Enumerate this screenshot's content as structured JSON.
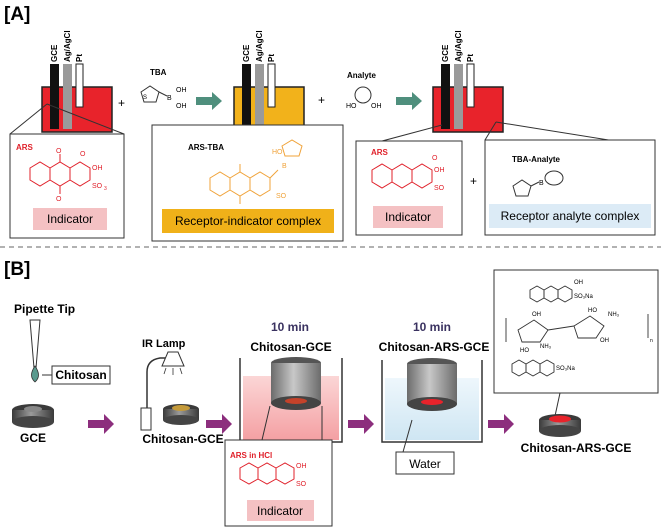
{
  "panel_a": {
    "label": "[A]",
    "electrodes": [
      "GCE",
      "Ag/AgCl",
      "Pt"
    ],
    "reagent_tba": "TBA",
    "reagent_analyte": "Analyte",
    "plus": "+",
    "oh": "OH",
    "ho": "HO",
    "boron": "B",
    "sulfur": "S",
    "box_indicator": {
      "name": "ARS",
      "o_minus": "O",
      "oh": "OH",
      "so3": "SO",
      "sub3": "3",
      "tag": "Indicator"
    },
    "box_complex": {
      "name": "ARS-TBA",
      "tag": "Receptor-indicator complex"
    },
    "box_indicator2": {
      "name": "ARS",
      "tag": "Indicator"
    },
    "box_analyte_complex": {
      "name": "TBA-Analyte",
      "tag": "Receptor analyte complex"
    }
  },
  "panel_b": {
    "label": "[B]",
    "pipette": "Pipette Tip",
    "chitosan": "Chitosan",
    "gce": "GCE",
    "ir_lamp": "IR Lamp",
    "chitosan_gce": "Chitosan-GCE",
    "time1": "10 min",
    "title_beaker1": "Chitosan-GCE",
    "time2": "10 min",
    "title_beaker2": "Chitosan-ARS-GCE",
    "ars_hcl": "ARS in HCl",
    "indicator_tag": "Indicator",
    "water": "Water",
    "final": "Chitosan-ARS-GCE",
    "so3na": "SO₃Na",
    "nh3": "NH₃",
    "oh": "OH",
    "ho": "HO",
    "n": "n"
  },
  "colors": {
    "red": "#e8232b",
    "yellow": "#f2b21b",
    "pink_tag": "#f4c1c3",
    "orange_tag": "#f0b119",
    "blue_tag": "#dcebf6",
    "arrow_green": "#4f8f7d",
    "arrow_purple": "#8c2e7d",
    "ars_red": "#e0202a",
    "complex_orange": "#f0a33a"
  }
}
